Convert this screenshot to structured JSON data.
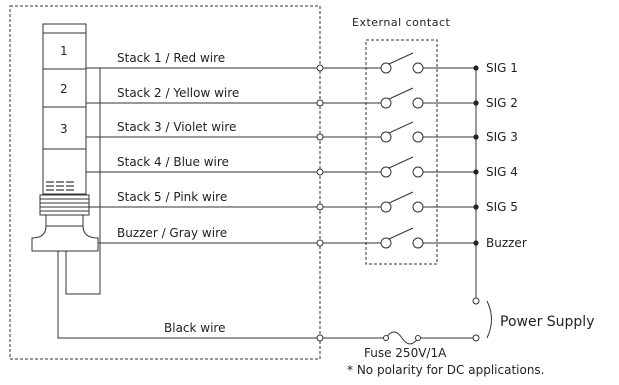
{
  "diagram": {
    "stack_numbers": [
      "1",
      "2",
      "3"
    ],
    "wires": [
      {
        "label": "Stack 1 / Red wire",
        "signal": "SIG 1"
      },
      {
        "label": "Stack 2 / Yellow wire",
        "signal": "SIG 2"
      },
      {
        "label": "Stack 3 / Violet wire",
        "signal": "SIG 3"
      },
      {
        "label": "Stack 4 / Blue wire",
        "signal": "SIG 4"
      },
      {
        "label": "Stack 5 / Pink wire",
        "signal": "SIG 5"
      },
      {
        "label": "Buzzer / Gray wire",
        "signal": "Buzzer"
      }
    ],
    "external_contact_label": "External contact",
    "black_wire_label": "Black wire",
    "power_supply_label": "Power Supply",
    "fuse_label": "Fuse 250V/1A",
    "footnote": "* No polarity for DC applications."
  }
}
